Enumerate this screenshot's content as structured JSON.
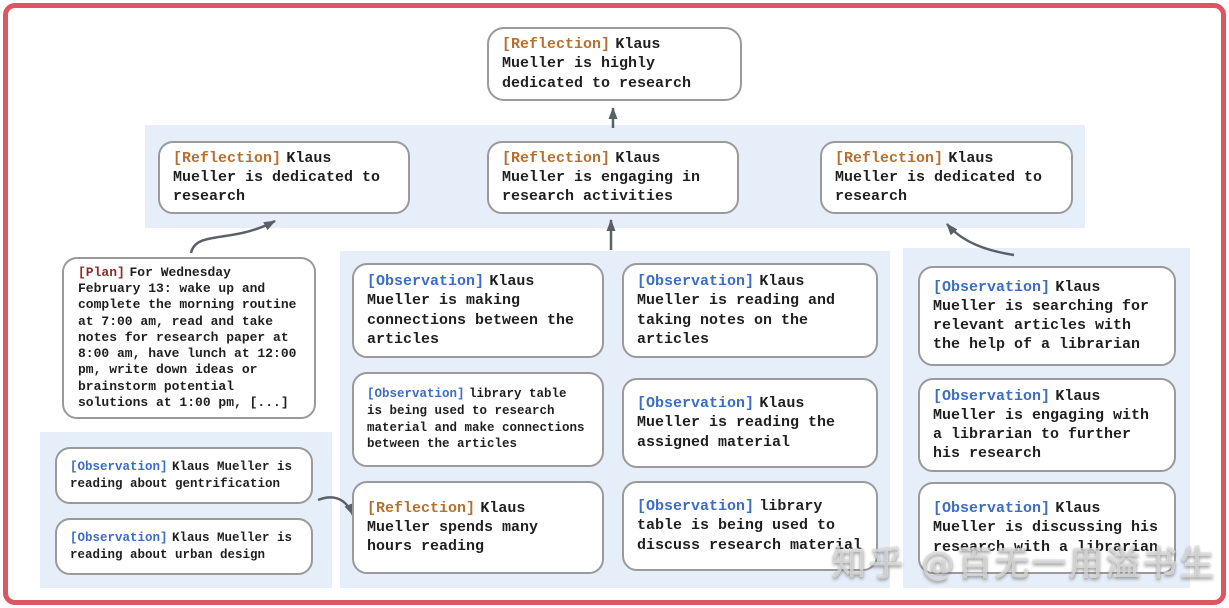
{
  "watermark": {
    "text": "知乎 @百无一用溢书生"
  },
  "colors": {
    "frame_border": "#dc5561",
    "band_background": "#e6eefa",
    "node_border": "#9a9a9a",
    "node_background": "#ffffff",
    "reflection_tag": "#b5702f",
    "plan_tag": "#8f2a24",
    "observation_tag": "#3c6cc4",
    "body_text": "#1f1f1f",
    "arrow": "#5b6068"
  },
  "nodes": {
    "root": {
      "tag": "[Reflection]",
      "text": "Klaus Mueller is highly dedicated to research"
    },
    "level2": [
      {
        "tag": "[Reflection]",
        "text": "Klaus Mueller is dedicated to research"
      },
      {
        "tag": "[Reflection]",
        "text": "Klaus Mueller is engaging in research activities"
      },
      {
        "tag": "[Reflection]",
        "text": "Klaus Mueller is dedicated to research"
      }
    ],
    "plan": {
      "tag": "[Plan]",
      "text": "For Wednesday February 13: wake up and complete the morning routine at 7:00 am, read and take notes for research paper at 8:00 am, have lunch at 12:00 pm, write down ideas or brainstorm potential solutions at 1:00 pm, [...]"
    },
    "left_observations": [
      {
        "tag": "[Observation]",
        "text": "Klaus Mueller is reading about gentrification"
      },
      {
        "tag": "[Observation]",
        "text": "Klaus Mueller is reading about urban design"
      }
    ],
    "middle_col1": [
      {
        "tag": "[Observation]",
        "text": "Klaus Mueller is making connections between the articles"
      },
      {
        "tag": "[Observation]",
        "text": "library table is being used to research material and make connections between the articles"
      },
      {
        "tag": "[Reflection]",
        "text": "Klaus Mueller spends many hours reading"
      }
    ],
    "middle_col2": [
      {
        "tag": "[Observation]",
        "text": "Klaus Mueller is reading and taking notes on the articles"
      },
      {
        "tag": "[Observation]",
        "text": "Klaus Mueller is reading the assigned material"
      },
      {
        "tag": "[Observation]",
        "text": "library table is being used to discuss research material"
      }
    ],
    "right_col": [
      {
        "tag": "[Observation]",
        "text": "Klaus Mueller is searching for relevant articles with the help of a librarian"
      },
      {
        "tag": "[Observation]",
        "text": "Klaus Mueller is engaging with a librarian to further his research"
      },
      {
        "tag": "[Observation]",
        "text": "Klaus Mueller is discussing his research with a librarian"
      }
    ]
  }
}
